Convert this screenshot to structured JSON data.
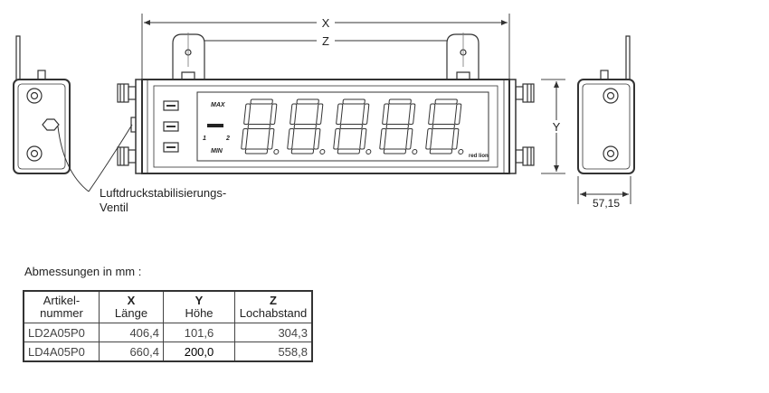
{
  "diagram": {
    "dim_x": "X",
    "dim_z": "Z",
    "dim_y": "Y",
    "depth_value": "57,15",
    "callout_line1": "Luftdruckstabilisierungs-",
    "callout_line2": "Ventil",
    "display_max": "MAX",
    "display_min": "MIN",
    "display_1": "1",
    "display_2": "2",
    "brand": "red lion"
  },
  "caption": "Abmessungen in mm :",
  "table": {
    "headers": [
      {
        "line1": "Artikel-",
        "line2": "nummer",
        "bold": false
      },
      {
        "line1": "X",
        "line2": "Länge",
        "bold": true
      },
      {
        "line1": "Y",
        "line2": "Höhe",
        "bold": true
      },
      {
        "line1": "Z",
        "line2": "Lochabstand",
        "bold": true
      }
    ],
    "rows": [
      [
        "LD2A05P0",
        "406,4",
        "101,6",
        "304,3"
      ],
      [
        "LD4A05P0",
        "660,4",
        "200,0",
        "558,8"
      ]
    ]
  }
}
